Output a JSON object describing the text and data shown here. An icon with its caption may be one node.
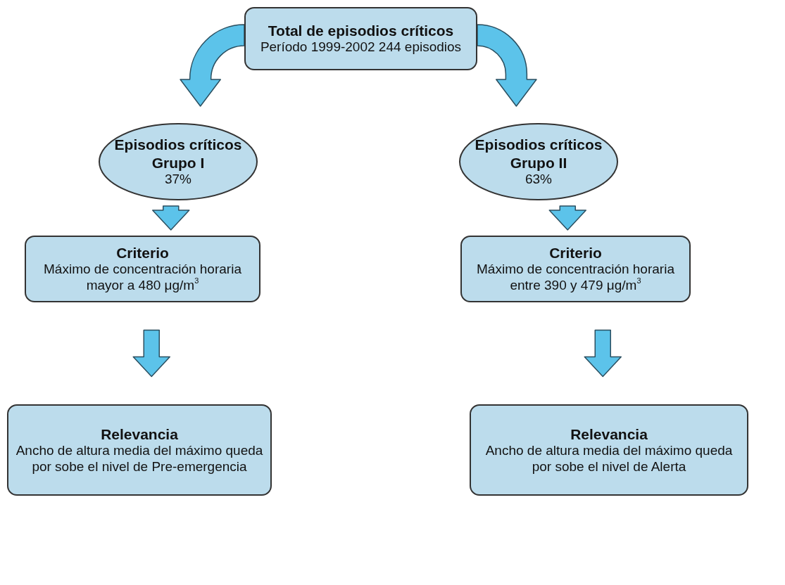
{
  "diagram": {
    "nodes": [
      {
        "text": [
          "Total de episodios críticos",
          "Período 1999-2002 244 episodios"
        ]
      },
      {
        "text": [
          "Episodios críticos Grupo I",
          "37%"
        ]
      },
      {
        "text": [
          "Episodios críticos Grupo II",
          "63%"
        ]
      },
      {
        "text": [
          "Criterio",
          "Máximo de concentración horaria mayor a 480 μg/m$^{3}$"
        ]
      },
      {
        "text": [
          "Criterio",
          "Máximo de concentración horaria entre 390 y 479 μg/m$^{3}$"
        ]
      },
      {
        "text": [
          "Relevancia",
          "Ancho de altura media del máximo queda por sobe el nivel de Pre-emergencia"
        ]
      },
      {
        "text": [
          "Relevancia",
          "Ancho de altura media del máximo queda por sobe el nivel de Alerta"
        ]
      }
    ],
    "edges": [
      {
        "from": 0,
        "to": 1,
        "arrow": "to"
      },
      {
        "from": 0,
        "to": 2,
        "arrow": "to"
      },
      {
        "from": 1,
        "to": 3,
        "arrow": "to"
      },
      {
        "from": 3,
        "to": 5,
        "arrow": "to"
      },
      {
        "from": 2,
        "to": 4,
        "arrow": "to"
      },
      {
        "from": 4,
        "to": 6,
        "arrow": "to"
      }
    ]
  }
}
